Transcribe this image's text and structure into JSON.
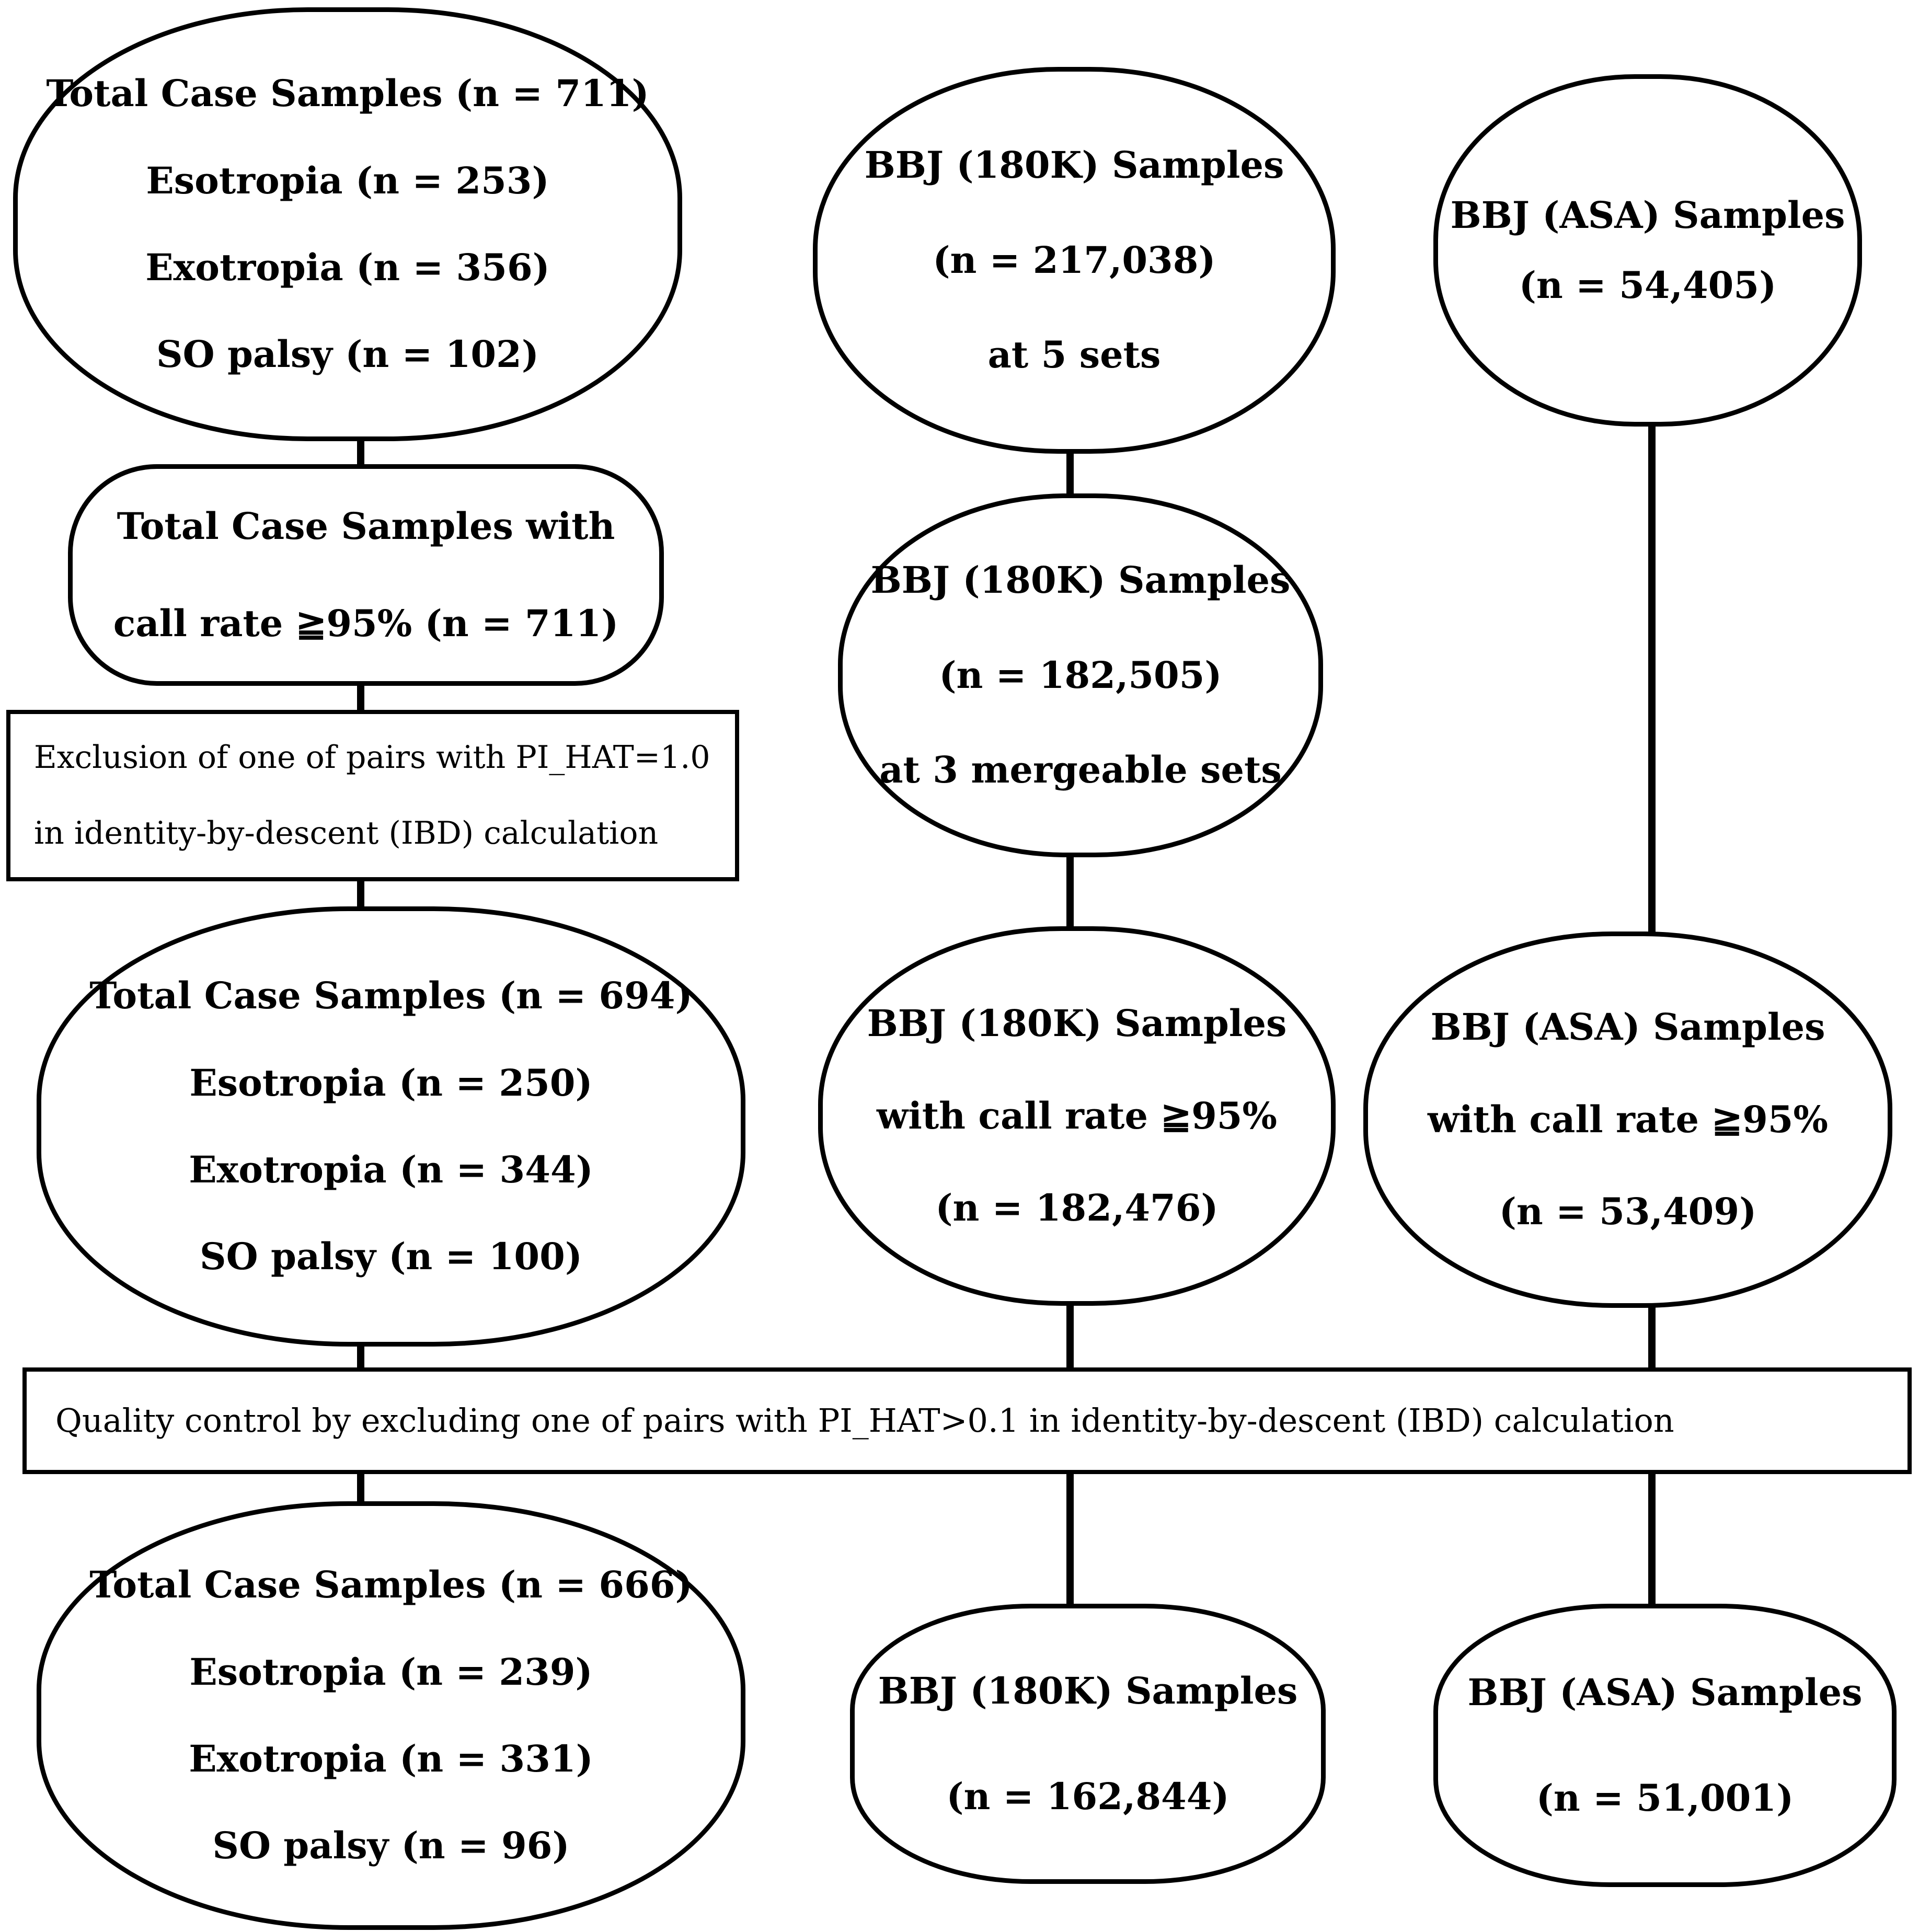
{
  "colors": {
    "stroke": "#000000",
    "background": "#ffffff"
  },
  "nodes": {
    "case_initial": {
      "lines": [
        "Total Case Samples (n = 711)",
        "Esotropia (n = 253)",
        "Exotropia (n = 356)",
        "SO palsy (n = 102)"
      ]
    },
    "case_callrate": {
      "lines": [
        "Total Case Samples with",
        "call rate ≧95% (n = 711)"
      ]
    },
    "case_exclusion": {
      "lines": [
        "Exclusion of one of pairs with PI_HAT=1.0",
        "in identity-by-descent (IBD) calculation"
      ]
    },
    "case_after_exclusion": {
      "lines": [
        "Total Case Samples (n = 694)",
        "Esotropia (n = 250)",
        "Exotropia (n = 344)",
        "SO palsy (n = 100)"
      ]
    },
    "qc_banner": {
      "lines": [
        "Quality control by excluding one of pairs with PI_HAT>0.1 in identity-by-descent (IBD) calculation"
      ]
    },
    "case_final": {
      "lines": [
        "Total Case Samples (n = 666)",
        "Esotropia (n = 239)",
        "Exotropia (n = 331)",
        "SO palsy (n = 96)"
      ]
    },
    "bbj180k_initial": {
      "lines": [
        "BBJ (180K) Samples",
        "(n = 217,038)",
        "at 5 sets"
      ]
    },
    "bbj180k_mergeable": {
      "lines": [
        "BBJ (180K) Samples",
        "(n = 182,505)",
        "at 3 mergeable sets"
      ]
    },
    "bbj180k_callrate": {
      "lines": [
        "BBJ (180K) Samples",
        "with call rate ≧95%",
        "(n = 182,476)"
      ]
    },
    "bbj180k_final": {
      "lines": [
        "BBJ (180K) Samples",
        "(n = 162,844)"
      ]
    },
    "bbjasa_initial": {
      "lines": [
        "BBJ (ASA) Samples",
        "(n = 54,405)"
      ]
    },
    "bbjasa_callrate": {
      "lines": [
        "BBJ (ASA) Samples",
        "with call rate ≧95%",
        "(n = 53,409)"
      ]
    },
    "bbjasa_final": {
      "lines": [
        "BBJ (ASA) Samples",
        "(n = 51,001)"
      ]
    }
  }
}
